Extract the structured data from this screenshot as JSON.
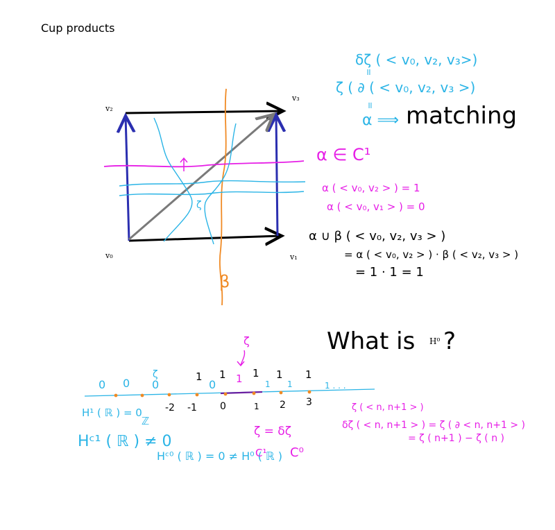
{
  "header": {
    "title": "Cup products"
  },
  "typed": {
    "matching": "matching",
    "what_is": "What is",
    "h0": "H⁰",
    "question": "?"
  },
  "vertices": {
    "v0": "v₀",
    "v1": "v₁",
    "v2": "v₂",
    "v3": "v₃"
  },
  "handwritten": {
    "delta_zeta": "δζ ( < v₀, v₂, v₃>)",
    "zeta_boundary": "ζ ( ∂ ( < v₀, v₂, v₃ >)",
    "alpha_arrow": "α ⟹",
    "alpha_in_c1": "α ∈ C¹",
    "alpha_v0v2": "α ( < v₀, v₂ > ) = 1",
    "alpha_v0v1": "α ( < v₀, v₁ > ) = 0",
    "cup_line1": "α ∪ β ( < v₀, v₂, v₃ > )",
    "cup_line2": "= α ( < v₀, v₂ > ) · β ( < v₂, v₃ > )",
    "cup_line3": "= 1 · 1 = 1",
    "beta": "β",
    "zeta_small": "ζ",
    "zeta_top": "ζ",
    "zeta_arrow_label": "ζ",
    "h1_r": "H¹ ( ℝ ) = 0",
    "z_label": "ℤ",
    "hc1_r": "Hᶜ¹ ( ℝ ) ≠ 0",
    "hc0_r": "Hᶜ⁰ ( ℝ ) = 0 ≠ H⁰ ( ℝ )",
    "zeta_eq": "ζ = δζ",
    "c1_tag": "C¹",
    "c0_tag": "C⁰",
    "zeta_n": "ζ ( < n, n+1 > )",
    "delta_zeta_n": "δζ ( < n, n+1 > ) = ζ ( ∂ < n, n+1 > )",
    "delta_result": "= ζ ( n+1 ) − ζ ( n )",
    "line_dots": "1 . . ."
  },
  "number_line": {
    "ticks": [
      "-2",
      "-1",
      "0",
      "1",
      "2",
      "3"
    ],
    "values_blue": [
      "0",
      "0",
      "0",
      "0",
      "1",
      "1"
    ],
    "values_black": [
      "1",
      "1",
      "1",
      "1",
      "1"
    ],
    "value_magenta": "1"
  },
  "colors": {
    "black": "#000000",
    "blue_edge": "#2b2fb0",
    "gray_diag": "#7a7a7a",
    "magenta": "#e61ee6",
    "cyan": "#2ab4e6",
    "orange": "#f08a24",
    "purple": "#6a1fa0"
  }
}
